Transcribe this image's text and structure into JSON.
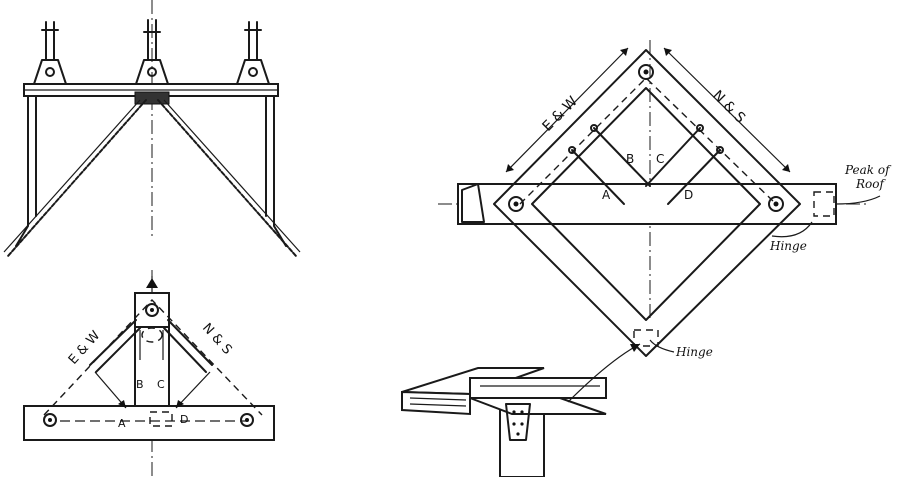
{
  "labels": {
    "east_west": "E & W",
    "north_south": "N & S",
    "brace_a": "A",
    "brace_b": "B",
    "brace_c": "C",
    "brace_d": "D",
    "peak_of_roof": "Peak of",
    "peak_of_roof_2": "Roof",
    "hinge_right": "Hinge",
    "hinge_bottom": "Hinge"
  }
}
